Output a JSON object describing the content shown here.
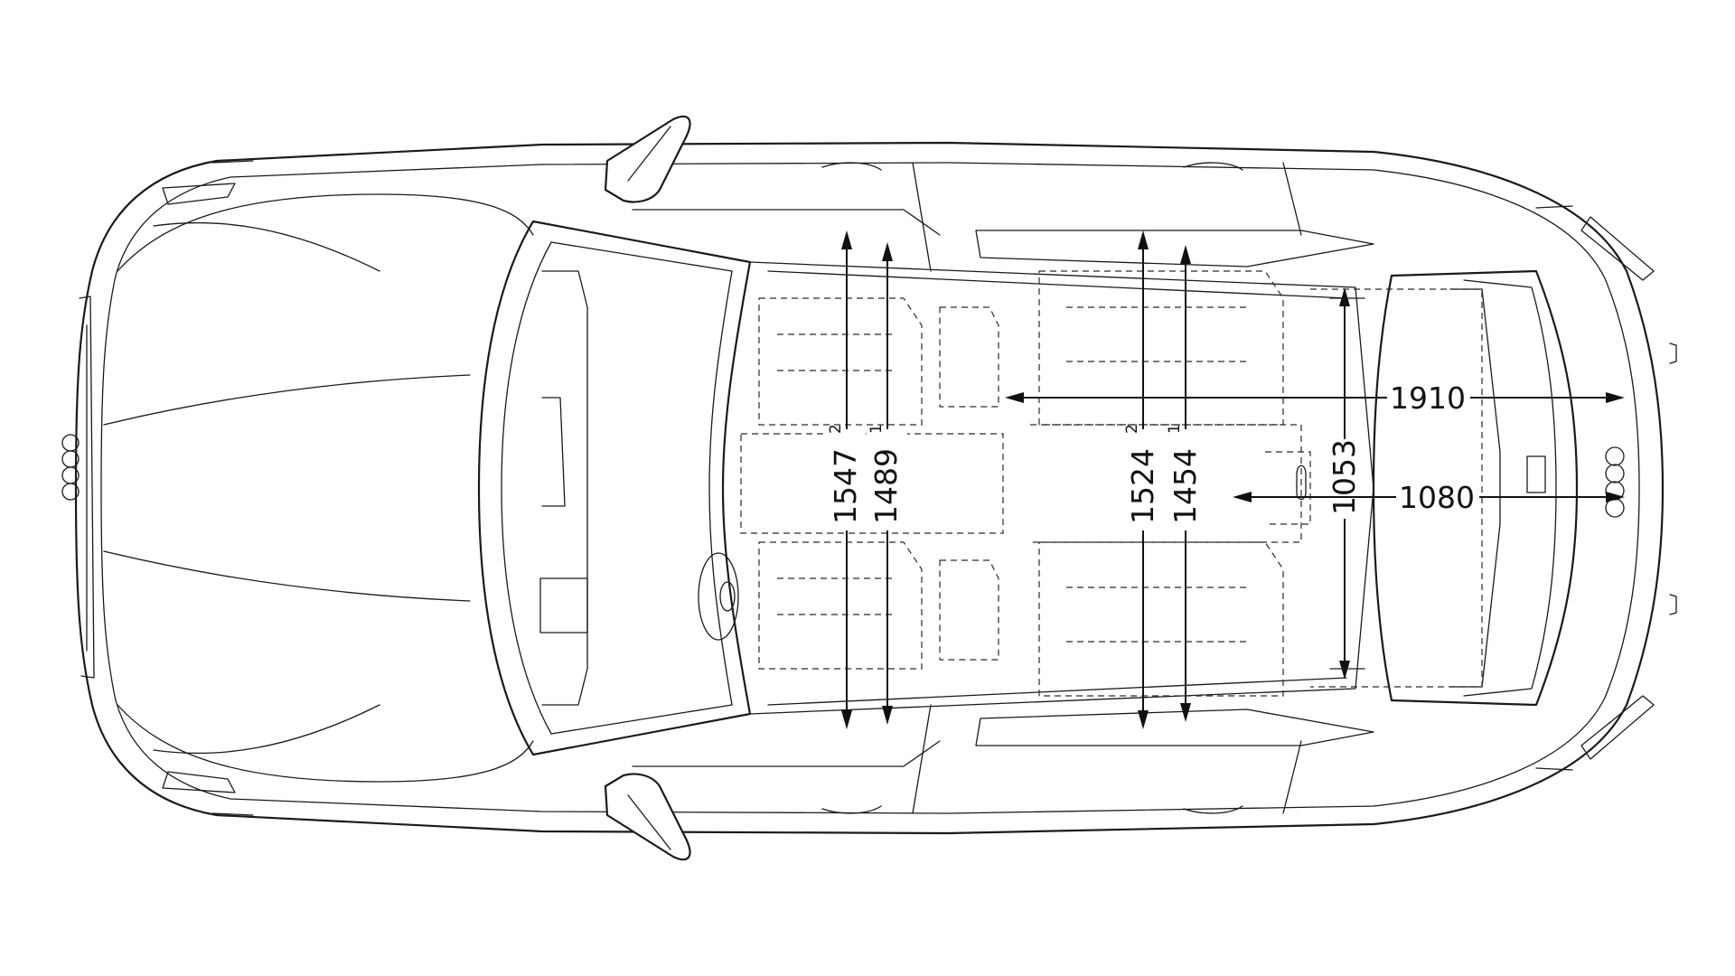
{
  "dimensions": {
    "front_shoulder_room": {
      "value": "1547",
      "note": "2"
    },
    "front_elbow_room": {
      "value": "1489",
      "note": "1"
    },
    "rear_shoulder_room": {
      "value": "1524",
      "note": "2"
    },
    "rear_elbow_room": {
      "value": "1454",
      "note": "1"
    },
    "load_floor_width": {
      "value": "1053"
    },
    "load_floor_length": {
      "value": "1910"
    },
    "load_length_behind_rear_seats": {
      "value": "1080"
    }
  },
  "colors": {
    "line": "#1a1a1a",
    "background": "#ffffff"
  },
  "icons": {
    "brand_emblem": "four-rings-icon"
  }
}
